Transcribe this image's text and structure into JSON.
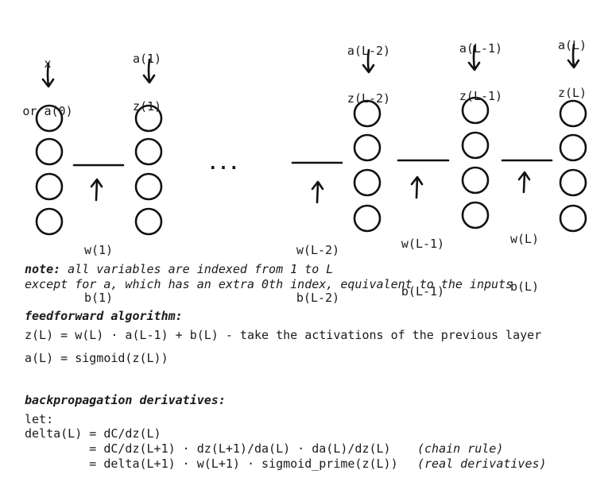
{
  "layers": {
    "input": {
      "top": "x",
      "bottom": "or a(0)"
    },
    "layer1": {
      "top": "a(1)",
      "bottom": "z(1)"
    },
    "layerL2": {
      "top": "a(L-2)",
      "bottom": "z(L-2)"
    },
    "layerL1": {
      "top": "a(L-1)",
      "bottom": "z(L-1)"
    },
    "layerL": {
      "top": "a(L)",
      "bottom": "z(L)"
    }
  },
  "connections": {
    "c1": {
      "w": "w(1)",
      "b": "b(1)"
    },
    "cL2": {
      "w": "w(L-2)",
      "b": "b(L-2)"
    },
    "cL1": {
      "w": "w(L-1)",
      "b": "b(L-1)"
    },
    "cL": {
      "w": "w(L)",
      "b": "b(L)"
    }
  },
  "ellipsis": "...",
  "note": {
    "bold": "note:",
    "line1": " all variables are indexed from 1 to L",
    "line2": "except for a, which has an extra 0th index, equivalent to the inputs"
  },
  "feedforward": {
    "heading": "feedforward algorithm:",
    "eq1": "z(L) = w(L) · a(L-1) + b(L) - take the activations of the previous layer",
    "eq2": "a(L) = sigmoid(z(L))"
  },
  "backprop": {
    "heading": "backpropagation derivatives:",
    "let": "let:",
    "line1": "delta(L) = dC/dz(L)",
    "line2": "         = dC/dz(L+1) · dz(L+1)/da(L) · da(L)/dz(L)",
    "line2_note": "(chain rule)",
    "line3": "         = delta(L+1) · w(L+1) · sigmoid_prime(z(L))",
    "line3_note": "(real derivatives)"
  }
}
